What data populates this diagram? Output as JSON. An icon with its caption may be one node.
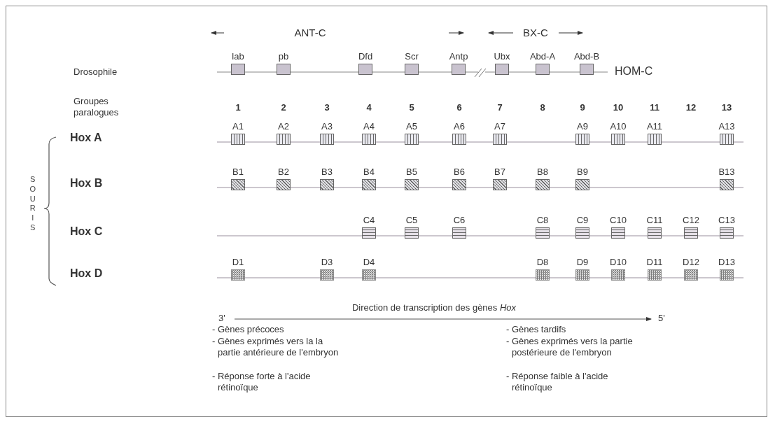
{
  "diagram": {
    "nodes": [
      {
        "text": [
          "lab"
        ]
      },
      {
        "text": [
          "pb"
        ]
      },
      {
        "text": [
          "Dfd"
        ]
      },
      {
        "text": [
          "Scr"
        ]
      },
      {
        "text": [
          "Antp"
        ]
      },
      {
        "text": [
          "Ubx"
        ]
      },
      {
        "text": [
          "Abd-A"
        ]
      },
      {
        "text": [
          "Abd-B"
        ]
      },
      {
        "text": [
          "A1"
        ]
      },
      {
        "text": [
          "A2"
        ]
      },
      {
        "text": [
          "A3"
        ]
      },
      {
        "text": [
          "A4"
        ]
      },
      {
        "text": [
          "A5"
        ]
      },
      {
        "text": [
          "A6"
        ]
      },
      {
        "text": [
          "A7"
        ]
      },
      {
        "text": [
          "A9"
        ]
      },
      {
        "text": [
          "A10"
        ]
      },
      {
        "text": [
          "A11"
        ]
      },
      {
        "text": [
          "A13"
        ]
      },
      {
        "text": [
          "B1"
        ]
      },
      {
        "text": [
          "B2"
        ]
      },
      {
        "text": [
          "B3"
        ]
      },
      {
        "text": [
          "B4"
        ]
      },
      {
        "text": [
          "B5"
        ]
      },
      {
        "text": [
          "B6"
        ]
      },
      {
        "text": [
          "B7"
        ]
      },
      {
        "text": [
          "B8"
        ]
      },
      {
        "text": [
          "B9"
        ]
      },
      {
        "text": [
          "B13"
        ]
      },
      {
        "text": [
          "C4"
        ]
      },
      {
        "text": [
          "C5"
        ]
      },
      {
        "text": [
          "C6"
        ]
      },
      {
        "text": [
          "C8"
        ]
      },
      {
        "text": [
          "C9"
        ]
      },
      {
        "text": [
          "C10"
        ]
      },
      {
        "text": [
          "C11"
        ]
      },
      {
        "text": [
          "C12"
        ]
      },
      {
        "text": [
          "C13"
        ]
      },
      {
        "text": [
          "D1"
        ]
      },
      {
        "text": [
          "D3"
        ]
      },
      {
        "text": [
          "D4"
        ]
      },
      {
        "text": [
          "D8"
        ]
      },
      {
        "text": [
          "D9"
        ]
      },
      {
        "text": [
          "D10"
        ]
      },
      {
        "text": [
          "D11"
        ]
      },
      {
        "text": [
          "D12"
        ]
      },
      {
        "text": [
          "D13"
        ]
      }
    ],
    "labels": [
      "ANT-C",
      "BX-C",
      "Drosophile",
      "HOM-C",
      "Groupes paralogues",
      "1",
      "2",
      "3",
      "4",
      "5",
      "6",
      "7",
      "8",
      "9",
      "10",
      "11",
      "12",
      "13",
      "SOURIS",
      "Hox A",
      "Hox B",
      "Hox C",
      "Hox D",
      "3'",
      "Direction de transcription des gènes *Hox*",
      "5'",
      "- Gènes précoces",
      "- Gènes exprimés vers la la partie antérieure de l'embryon",
      "- Réponse forte à l'acide rétinoïque",
      "- Gènes tardifs",
      "- Gènes exprimés vers la partie postérieure de l'embryon",
      "- Réponse faible à l'acide rétinoïque"
    ]
  }
}
